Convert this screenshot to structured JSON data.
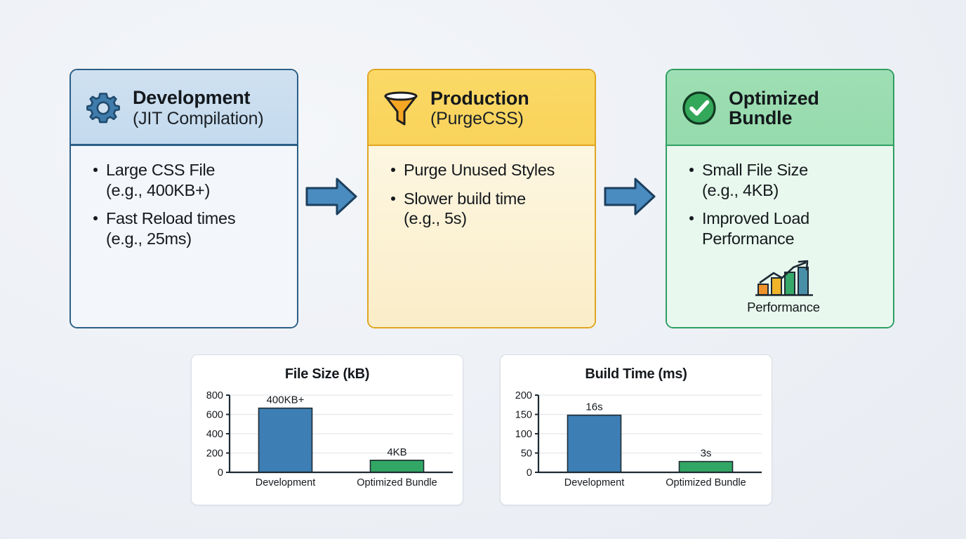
{
  "theme": {
    "background": "#eef1f6",
    "dev_accent": "#2c5f87",
    "prod_accent": "#e0a520",
    "opt_accent": "#2f9e62",
    "bar_blue": "#3d7fb5",
    "bar_green": "#32a765",
    "arrow_fill": "#4a8cc0",
    "arrow_stroke": "#1c3f5e"
  },
  "flow": {
    "cards": [
      {
        "id": "development",
        "icon": "gear-icon",
        "title": "Development",
        "subtitle": "(JIT Compilation)",
        "bullets": [
          "Large CSS File\n(e.g., 400KB+)",
          "Fast Reload times\n(e.g., 25ms)"
        ]
      },
      {
        "id": "production",
        "icon": "funnel-icon",
        "title": "Production",
        "subtitle": "(PurgeCSS)",
        "bullets": [
          "Purge Unused Styles",
          "Slower build time\n(e.g., 5s)"
        ]
      },
      {
        "id": "optimized-bundle",
        "icon": "check-circle-icon",
        "title": "Optimized",
        "subtitle": "Bundle",
        "bullets": [
          "Small File Size\n(e.g., 4KB)",
          "Improved Load\nPerformance"
        ],
        "extra": {
          "icon": "bar-chart-growth-icon",
          "caption": "Performance"
        }
      }
    ],
    "arrows": [
      {
        "name": "arrow-development-to-production",
        "direction": "right"
      },
      {
        "name": "arrow-production-to-optimized",
        "direction": "right"
      }
    ]
  },
  "chart_data": [
    {
      "type": "bar",
      "title": "File Size (kB)",
      "categories": [
        "Development",
        "Optimized Bundle"
      ],
      "values": [
        665,
        125
      ],
      "data_labels": [
        "400KB+",
        "4KB"
      ],
      "colors": [
        "#3d7fb5",
        "#32a765"
      ],
      "xlabel": "",
      "ylabel": "",
      "ylim": [
        0,
        800
      ],
      "yticks": [
        0,
        200,
        400,
        600,
        800
      ],
      "grid": true,
      "legend": "none"
    },
    {
      "type": "bar",
      "title": "Build Time (ms)",
      "categories": [
        "Development",
        "Optimized Bundle"
      ],
      "values": [
        148,
        28
      ],
      "data_labels": [
        "16s",
        "3s"
      ],
      "colors": [
        "#3d7fb5",
        "#32a765"
      ],
      "xlabel": "",
      "ylabel": "",
      "ylim": [
        0,
        200
      ],
      "yticks": [
        0,
        50,
        100,
        150,
        200
      ],
      "grid": true,
      "legend": "none"
    }
  ]
}
